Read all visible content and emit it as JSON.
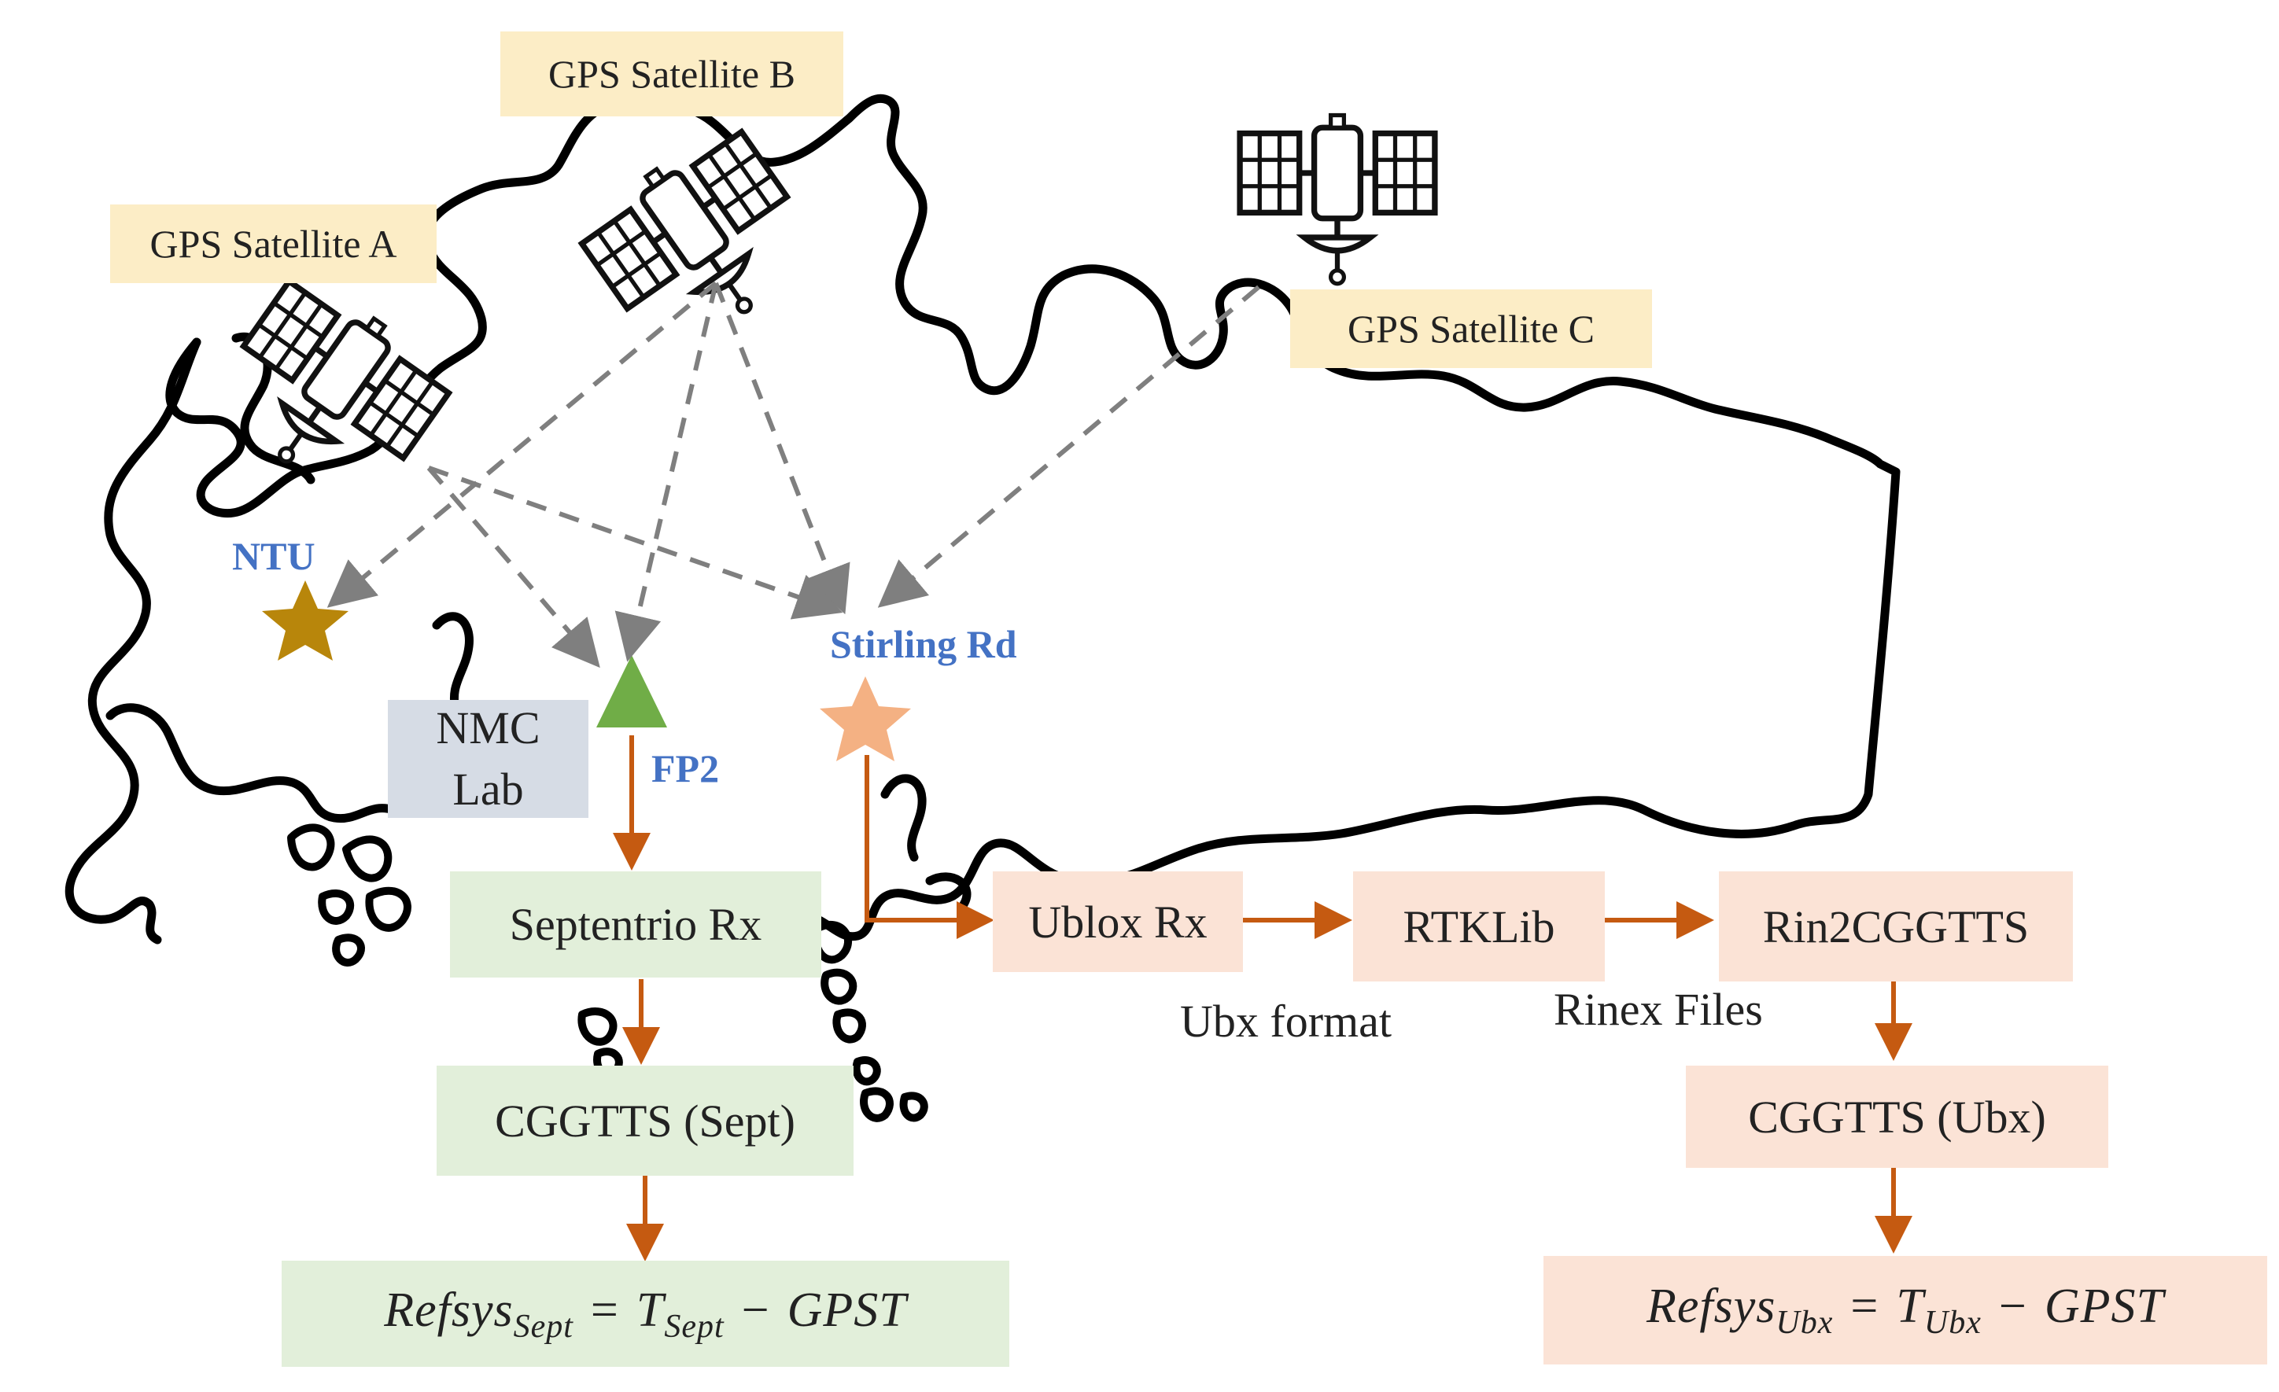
{
  "satellites": {
    "a": "GPS Satellite A",
    "b": "GPS Satellite B",
    "c": "GPS Satellite C"
  },
  "sites": {
    "ntu": "NTU",
    "fp2": "FP2",
    "stirling": "Stirling  Rd"
  },
  "nodes": {
    "nmc_line1": "NMC",
    "nmc_line2": "Lab",
    "septentrio_rx": "Septentrio Rx",
    "cggtts_sept": "CGGTTS (Sept)",
    "ublox_rx": "Ublox Rx",
    "rtklib": "RTKLib",
    "rin2cggtts": "Rin2CGGTTS",
    "cggtts_ubx": "CGGTTS (Ubx)"
  },
  "edge_labels": {
    "ubx_format": "Ubx format",
    "rinex_files": "Rinex Files"
  },
  "formulas": {
    "sept": {
      "lhs": "Refsys",
      "lhs_sub": "Sept",
      "eq": "=",
      "t": "T",
      "t_sub": "Sept",
      "minus": "−",
      "rhs": "GPST"
    },
    "ubx": {
      "lhs": "Refsys",
      "lhs_sub": "Ubx",
      "eq": "=",
      "t": "T",
      "t_sub": "Ubx",
      "minus": "−",
      "rhs": "GPST"
    }
  },
  "icons": [
    "satellite-icon",
    "star-icon",
    "triangle-icon"
  ],
  "colors": {
    "satellite_label_bg": "#fcedc6",
    "septentrio_chain_bg": "#e2efda",
    "ublox_chain_bg": "#fbe3d6",
    "nmc_bg": "#d6dce5",
    "site_label": "#4472c4",
    "arrow": "#c55a11",
    "signal_line": "#7f7f7f",
    "ntu_star": "#b8860b",
    "stirling_star": "#f4b183",
    "fp2_triangle": "#70ad47"
  }
}
